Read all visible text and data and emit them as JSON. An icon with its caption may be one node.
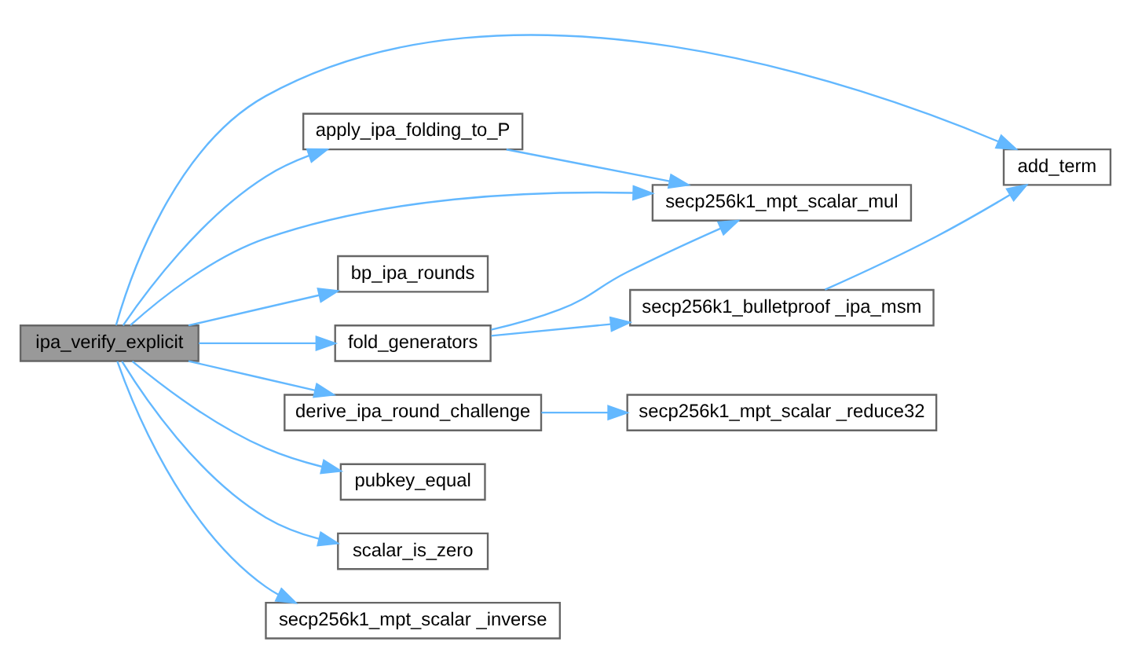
{
  "diagram": {
    "nodes": [
      {
        "text": [
          "ipa_verify_explicit"
        ]
      },
      {
        "text": [
          "add_term"
        ]
      },
      {
        "text": [
          "apply_ipa_folding_to_P"
        ]
      },
      {
        "text": [
          "secp256k1_mpt_scalar_mul"
        ]
      },
      {
        "text": [
          "bp_ipa_rounds"
        ]
      },
      {
        "text": [
          "fold_generators"
        ]
      },
      {
        "text": [
          "secp256k1_bulletproof _ipa_msm"
        ]
      },
      {
        "text": [
          "derive_ipa_round_challenge"
        ]
      },
      {
        "text": [
          "secp256k1_mpt_scalar _reduce32"
        ]
      },
      {
        "text": [
          "pubkey_equal"
        ]
      },
      {
        "text": [
          "scalar_is_zero"
        ]
      },
      {
        "text": [
          "secp256k1_mpt_scalar _inverse"
        ]
      }
    ],
    "edges": [
      {
        "from": 0,
        "to": 1,
        "arrow": "to"
      },
      {
        "from": 0,
        "to": 2,
        "arrow": "to"
      },
      {
        "from": 0,
        "to": 3,
        "arrow": "to"
      },
      {
        "from": 0,
        "to": 4,
        "arrow": "to"
      },
      {
        "from": 0,
        "to": 5,
        "arrow": "to"
      },
      {
        "from": 0,
        "to": 7,
        "arrow": "to"
      },
      {
        "from": 0,
        "to": 9,
        "arrow": "to"
      },
      {
        "from": 0,
        "to": 10,
        "arrow": "to"
      },
      {
        "from": 0,
        "to": 11,
        "arrow": "to"
      },
      {
        "from": 2,
        "to": 3,
        "arrow": "to"
      },
      {
        "from": 5,
        "to": 3,
        "arrow": "to"
      },
      {
        "from": 5,
        "to": 6,
        "arrow": "to"
      },
      {
        "from": 6,
        "to": 1,
        "arrow": "to"
      },
      {
        "from": 7,
        "to": 8,
        "arrow": "to"
      }
    ]
  }
}
